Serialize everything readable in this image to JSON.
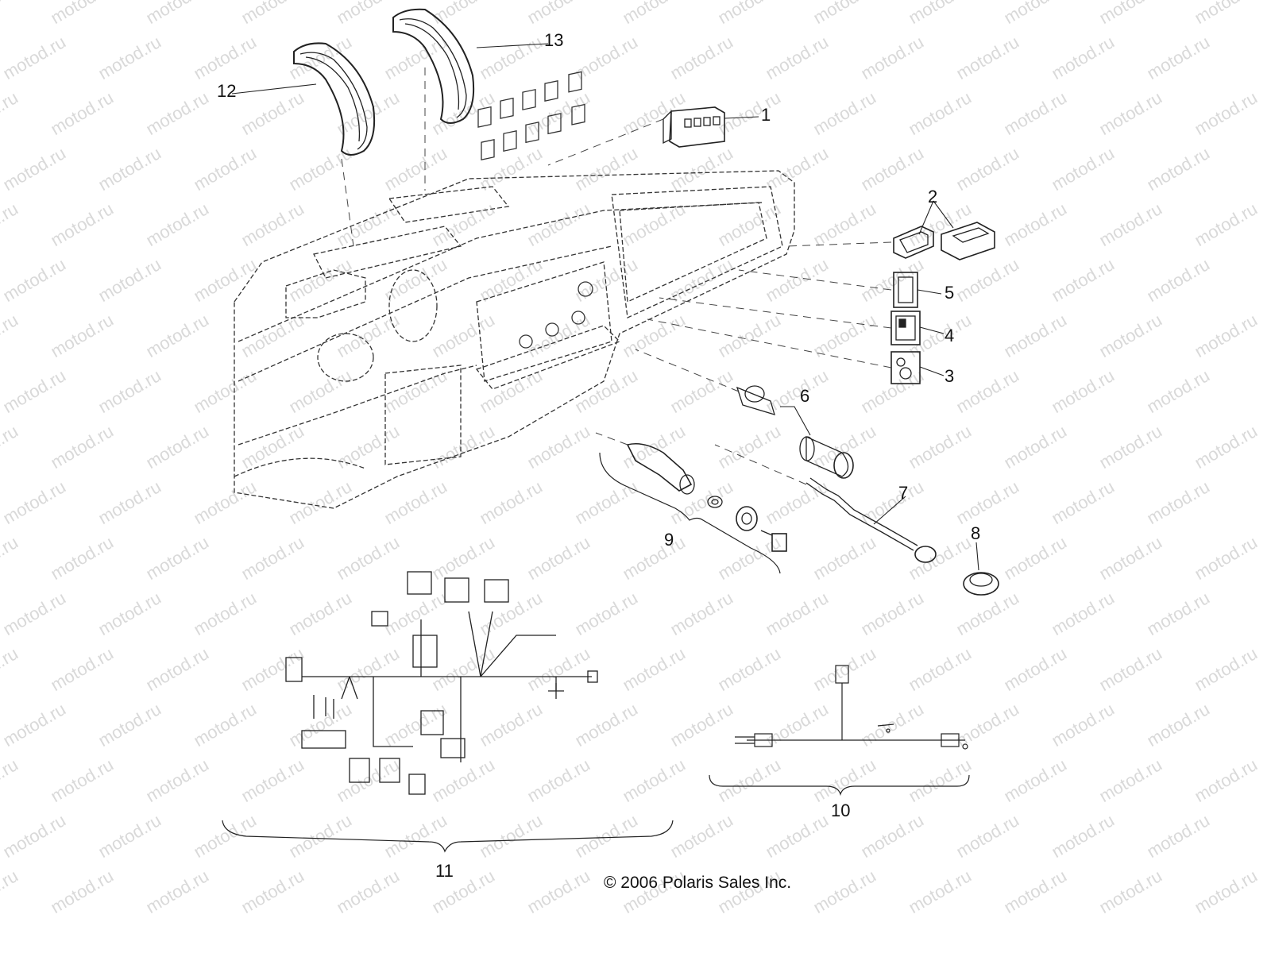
{
  "watermark": {
    "text": "motod.ru"
  },
  "callouts": {
    "c1": "1",
    "c2": "2",
    "c3": "3",
    "c4": "4",
    "c5": "5",
    "c6": "6",
    "c7": "7",
    "c8": "8",
    "c9": "9",
    "c10": "10",
    "c11": "11",
    "c12": "12",
    "c13": "13"
  },
  "footer": {
    "copyright": "© 2006 Polaris Sales Inc."
  }
}
